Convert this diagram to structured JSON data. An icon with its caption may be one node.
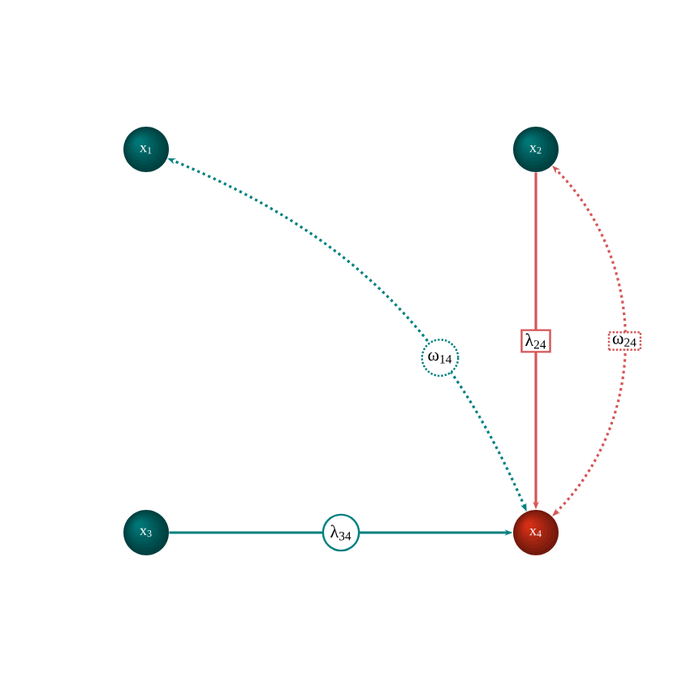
{
  "diagram": {
    "nodes": [
      {
        "text": [
          "x$_{1}$"
        ]
      },
      {
        "text": [
          "x$_{2}$"
        ]
      },
      {
        "text": [
          "x$_{3}$"
        ]
      },
      {
        "text": [
          "x$_{4}$"
        ]
      }
    ],
    "edges": [
      {
        "from": 2,
        "to": 3,
        "arrow": "to",
        "label": "λ$_{34}$",
        "color": "#008080"
      },
      {
        "from": 1,
        "to": 3,
        "arrow": "to",
        "label": "λ$_{24}$",
        "color": "#d65656"
      },
      {
        "from": 3,
        "to": 0,
        "arrow": "both",
        "label": "ω$_{14}$",
        "style": "dashed",
        "color": "#008080"
      },
      {
        "from": 3,
        "to": 1,
        "arrow": "both",
        "label": "ω$_{24}$",
        "style": "dashed",
        "color": "#d65656"
      }
    ]
  }
}
